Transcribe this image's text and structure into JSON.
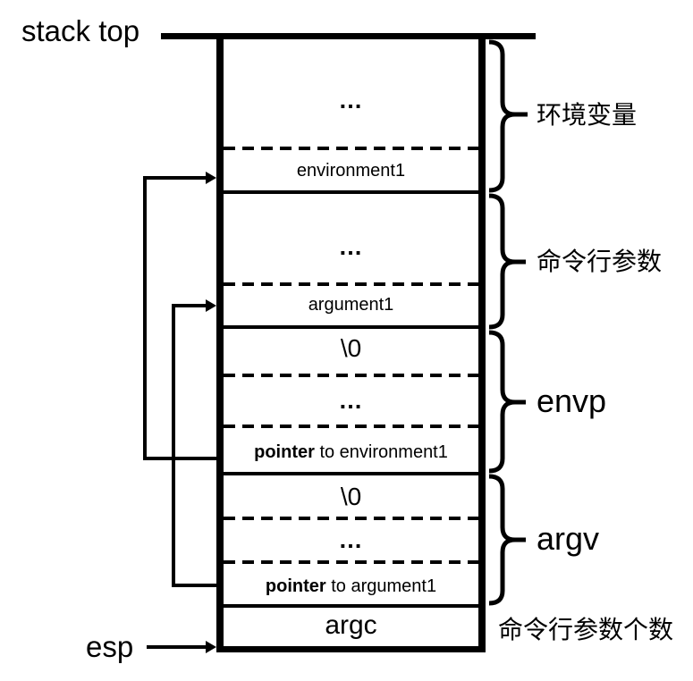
{
  "labels": {
    "stack_top": "stack top",
    "esp": "esp"
  },
  "stack": {
    "env_section": {
      "ellipsis": "…",
      "bottom_cell": "environment1"
    },
    "arg_section": {
      "ellipsis": "…",
      "bottom_cell": "argument1"
    },
    "envp_section": {
      "null_cell": "\\0",
      "ellipsis": "…",
      "pointer_bold": "pointer",
      "pointer_rest": " to environment1"
    },
    "argv_section": {
      "null_cell": "\\0",
      "ellipsis": "…",
      "pointer_bold": "pointer",
      "pointer_rest": " to argument1"
    },
    "argc_cell": "argc"
  },
  "annotations": {
    "env_vars": "环境变量",
    "cmd_args": "命令行参数",
    "envp": "envp",
    "argv": "argv",
    "argc_note": "命令行参数个数"
  },
  "colors": {
    "ink": "#000000",
    "background": "#ffffff"
  }
}
